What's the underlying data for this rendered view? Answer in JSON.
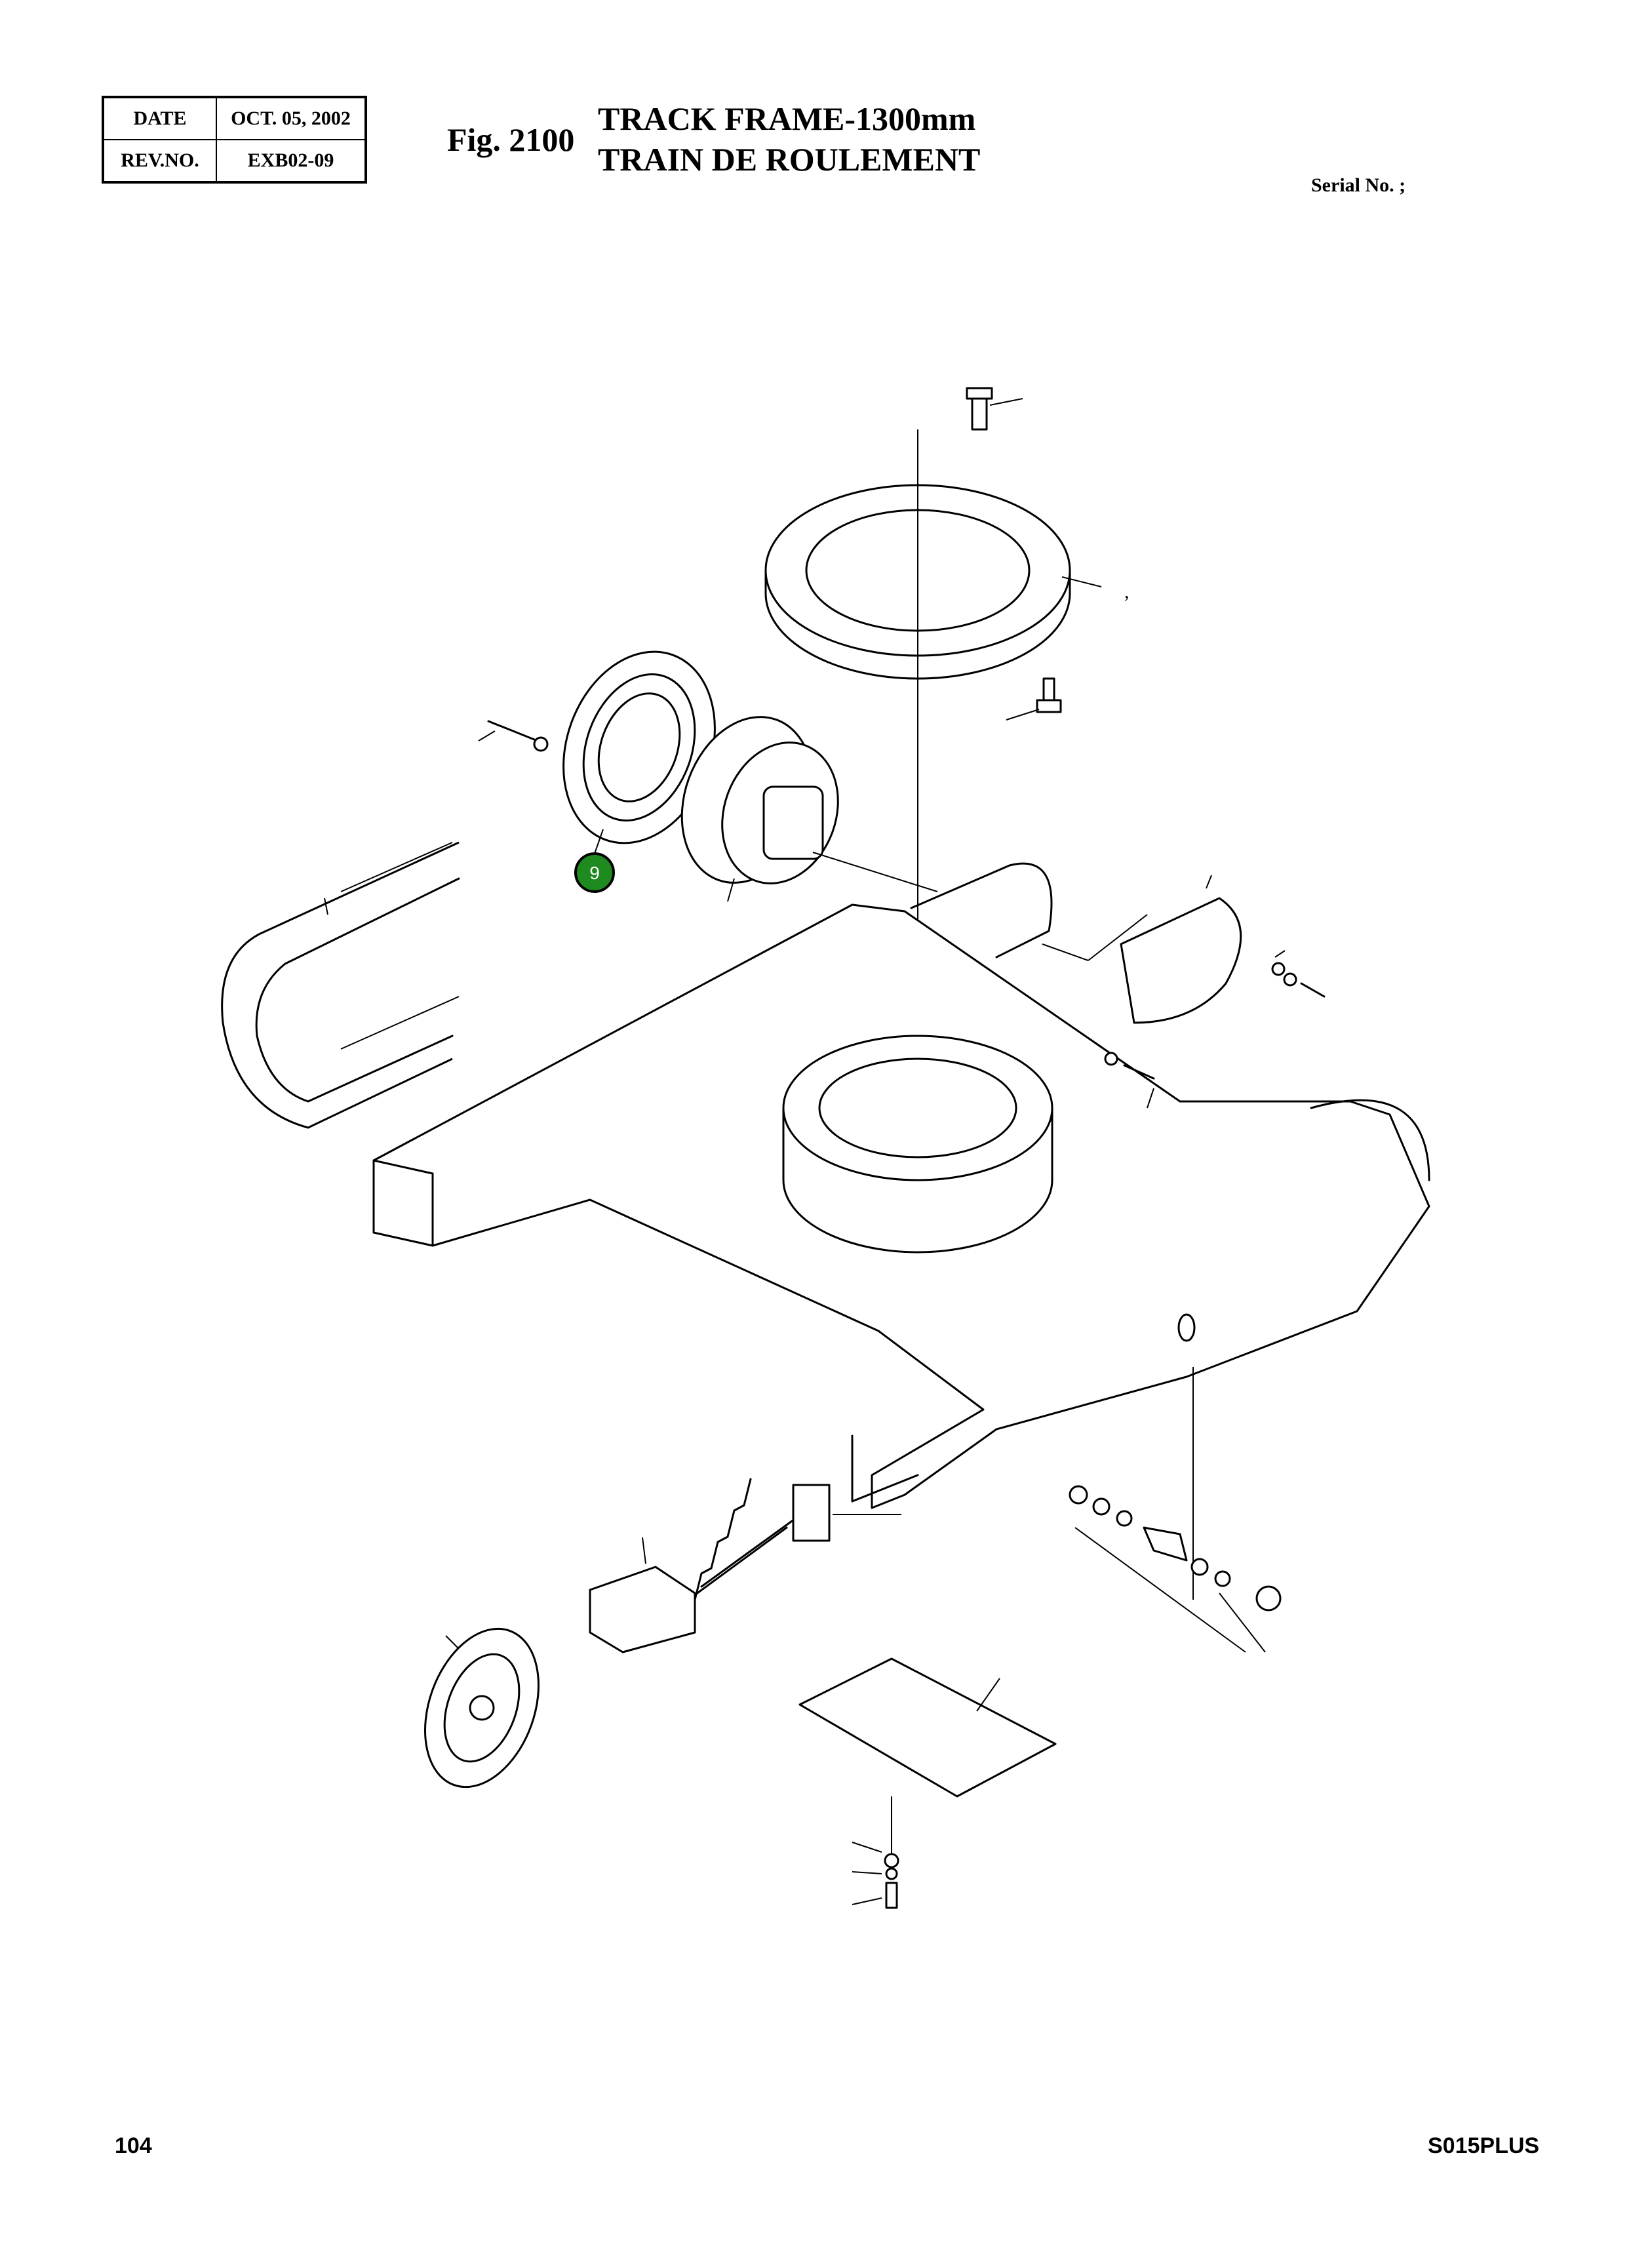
{
  "header": {
    "date_label": "DATE",
    "date_value": "OCT. 05, 2002",
    "rev_label": "REV.NO.",
    "rev_value": "EXB02-09",
    "fig_label": "Fig. 2100",
    "title_en": "TRACK FRAME-1300mm",
    "title_fr": "TRAIN DE ROULEMENT",
    "serial": "Serial No. ;"
  },
  "drawing": {
    "stray_mark": ",",
    "callouts": [
      {
        "number": "9"
      }
    ]
  },
  "footer": {
    "page_number": "104",
    "model": "S015PLUS"
  }
}
